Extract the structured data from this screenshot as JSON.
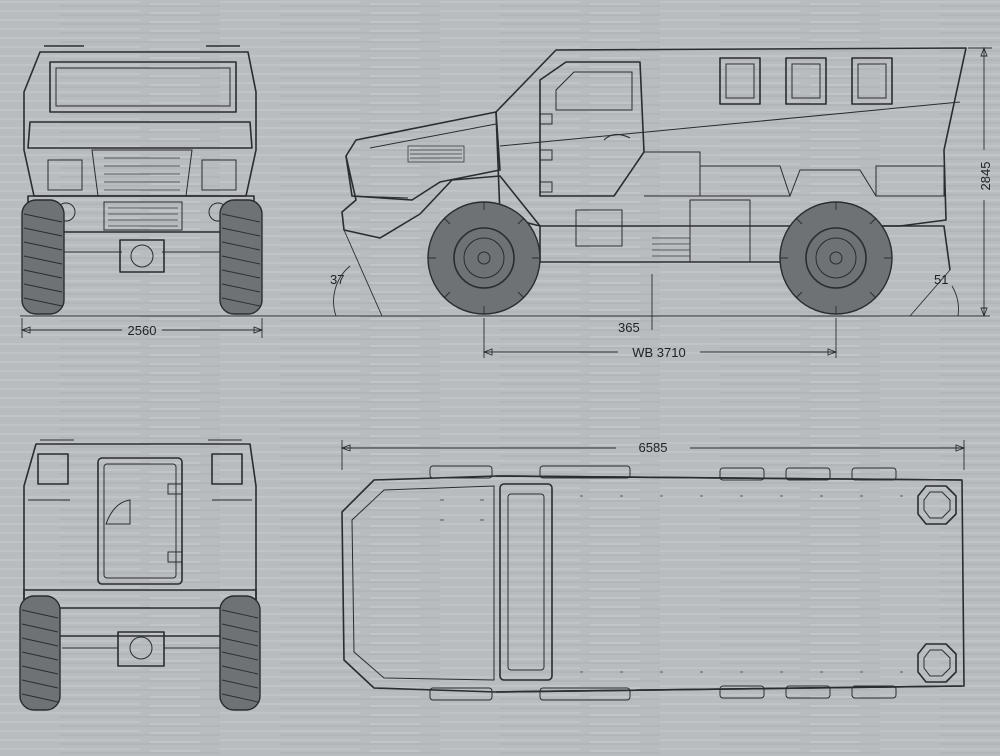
{
  "dimensions": {
    "front_width": "2560",
    "height": "2845",
    "approach_angle": "37",
    "departure_angle": "51",
    "ground_clearance": "365",
    "wheelbase": "WB 3710",
    "length": "6585"
  },
  "colors": {
    "background": "#b9bcbe",
    "line": "#2a2d30"
  }
}
